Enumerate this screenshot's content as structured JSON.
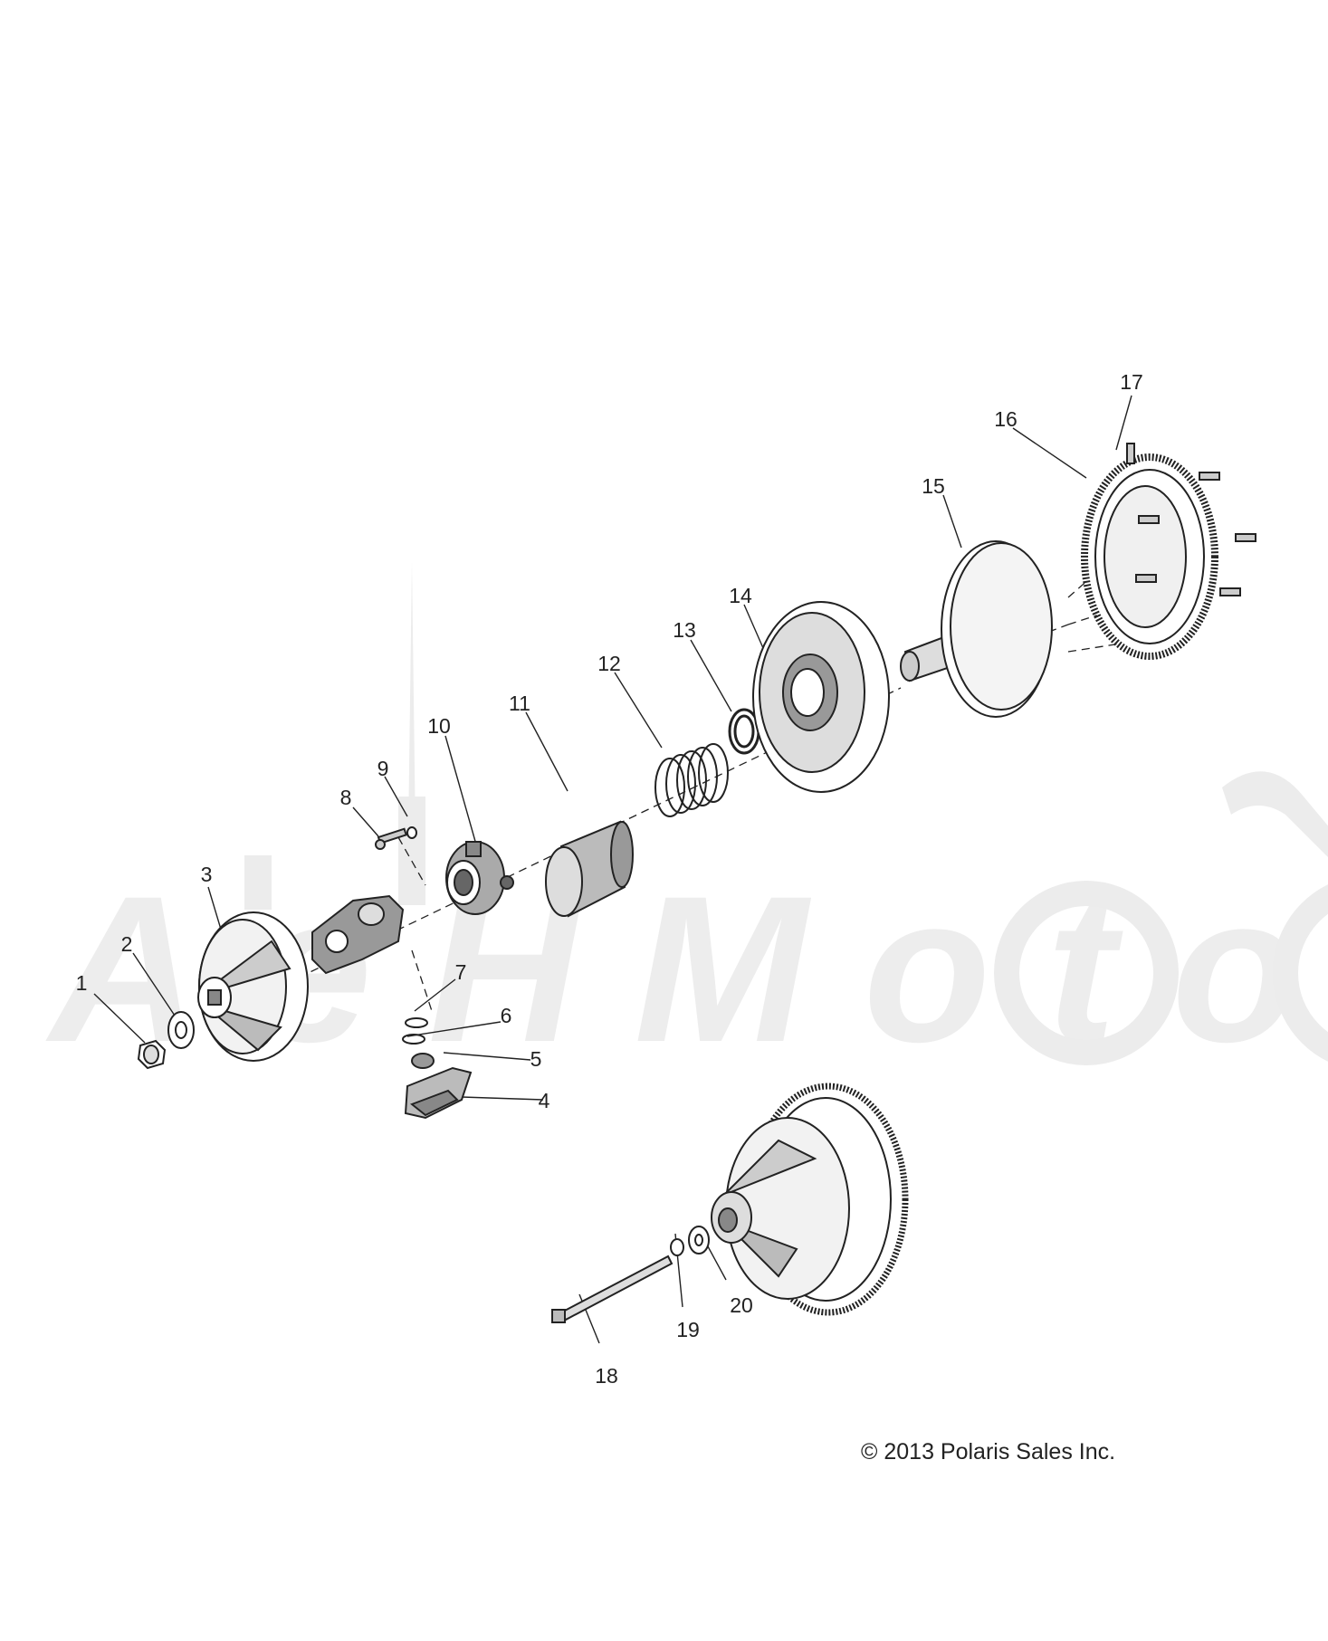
{
  "watermark": {
    "text": "AeHMoto"
  },
  "callouts": [
    "1",
    "2",
    "3",
    "4",
    "5",
    "6",
    "7",
    "8",
    "9",
    "10",
    "11",
    "12",
    "13",
    "14",
    "15",
    "16",
    "17",
    "18",
    "19",
    "20"
  ],
  "copyright": "© 2013 Polaris Sales Inc."
}
